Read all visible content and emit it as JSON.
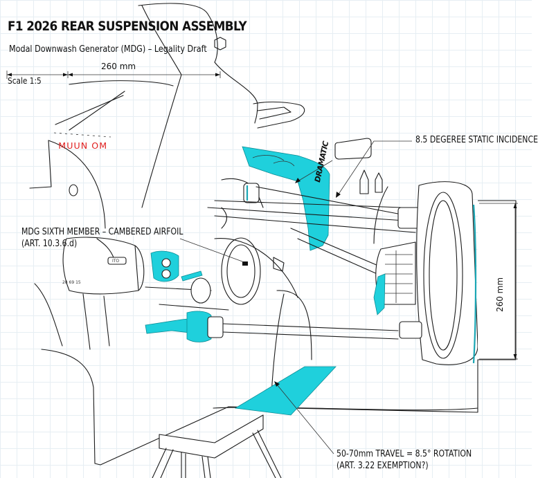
{
  "header": {
    "title": "F1 2026 REAR SUSPENSION ASSEMBLY",
    "subtitle": "Modal Downwash Generator (MDG) – Legality Draft",
    "scale_label": "Scale 1:5"
  },
  "dimensions": {
    "horizontal": "260 mm",
    "vertical": "260 mm"
  },
  "callouts": [
    {
      "id": "static-incidence",
      "lines": [
        "8.5 DEGEREE STATIC INCIDENCE"
      ]
    },
    {
      "id": "mdg-sixth-member",
      "lines": [
        "MDG SIXTH MEMBER – CAMBERED AIRFOIL",
        "(ART. 10.3.6.d)"
      ]
    },
    {
      "id": "travel-rotation",
      "lines": [
        "50-70mm TRAVEL = 8.5° ROTATION",
        "(ART. 3.22 EXEMPTION?)"
      ]
    }
  ],
  "annotations": {
    "red_stamp": "MUUN OM",
    "wing_brand": "DRAMATIC",
    "housing_marks": "ITO",
    "housing_code": "28 69 15"
  },
  "colors": {
    "highlight": "#1fd0dc",
    "line": "#1a1a1a",
    "stamp": "#e02020",
    "grid": "#e6eef3"
  }
}
